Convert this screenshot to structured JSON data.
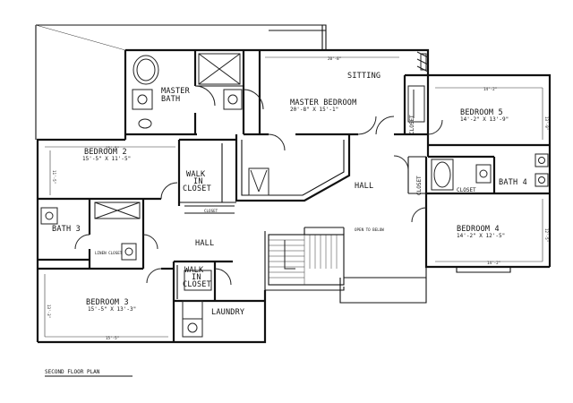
{
  "plan_title": "SECOND FLOOR PLAN",
  "rooms": {
    "master_bath": {
      "line1": "MASTER",
      "line2": "BATH"
    },
    "sitting": {
      "name": "SITTING"
    },
    "master_bedroom": {
      "name": "MASTER BEDROOM",
      "dims": "20'-8\" X 15'-1\""
    },
    "bedroom_5": {
      "name": "BEDROOM 5",
      "dims": "14'-2\" X 13'-9\""
    },
    "bedroom_2": {
      "name": "BEDROOM 2",
      "dims": "15'-5\" X 11'-5\""
    },
    "walk_in_closet_upper": {
      "line1": "WALK",
      "line2": "IN",
      "line3": "CLOSET"
    },
    "hall_center": {
      "name": "HALL"
    },
    "hall_lower": {
      "name": "HALL"
    },
    "closet_bath4": {
      "name": "CLOSET"
    },
    "bath_4": {
      "name": "BATH 4"
    },
    "bedroom_4": {
      "name": "BEDROOM 4",
      "dims": "14'-2\" X 12'-5\""
    },
    "open_to_below": {
      "name": "OPEN TO BELOW"
    },
    "bath_3": {
      "name": "BATH 3"
    },
    "linen_closet": {
      "name": "LINEN CLOSET"
    },
    "walk_in_closet_lower": {
      "line1": "WALK",
      "line2": "IN",
      "line3": "CLOSET"
    },
    "bedroom_3": {
      "name": "BEDROOM 3",
      "dims": "15'-5\" X 13'-3\""
    },
    "laundry": {
      "name": "LAUNDRY"
    },
    "closet_sitting": {
      "name": "CLOSET"
    },
    "closet_hall": {
      "name": "CLOSET"
    }
  },
  "dimensions": {
    "sitting_top": "20'-8\"",
    "bed5_top": "14'-2\"",
    "bed5_side": "13'-9\"",
    "bed2_top": "15'-5\"",
    "bed2_side": "11'-5\"",
    "bed4_side": "12'-5\"",
    "bed4_bottom": "14'-2\"",
    "bed3_side": "13'-3\"",
    "bed3_bottom": "15'-5\""
  }
}
